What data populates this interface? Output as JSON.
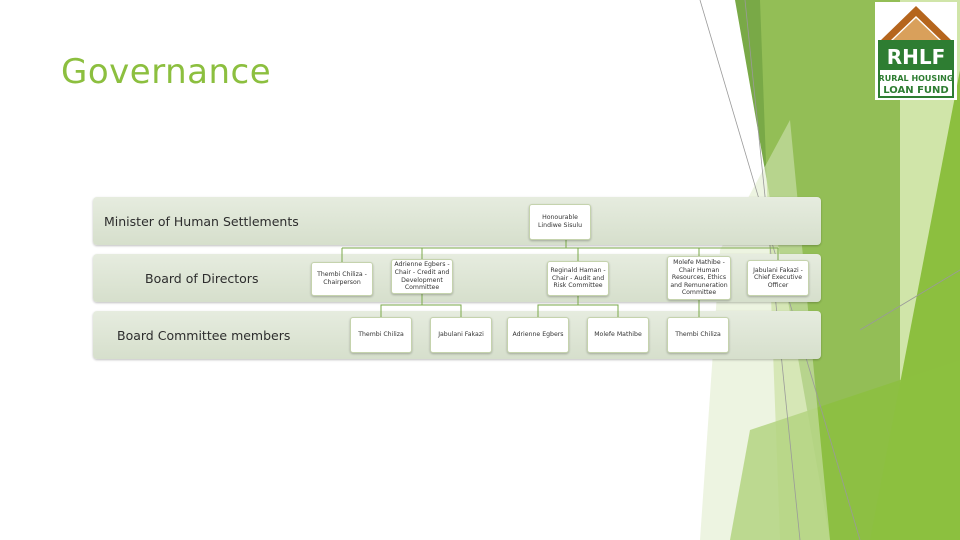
{
  "slide": {
    "title": "Governance",
    "accent_color": "#8cbf3f",
    "dark_accent_color": "#6aa033"
  },
  "logo": {
    "icon": "house-roof-icon",
    "abbr": "RHLF",
    "line1": "RURAL HOUSING",
    "line2": "LOAN FUND",
    "roof_color": "#b5651d",
    "box_color": "#2e7d32"
  },
  "bands": [
    {
      "label": "Minister of Human Settlements"
    },
    {
      "label": "Board of Directors"
    },
    {
      "label": "Board Committee members"
    }
  ],
  "nodes": {
    "minister": "Honourable Lindiwe Sisulu",
    "chairperson": "Thembi Chiliza - Chairperson",
    "adrienne_chair": "Adrienne Egbers - Chair - Credit and Development Committee",
    "reginald_chair": "Reginald Haman - Chair - Audit and Risk Committee",
    "molefe_chair": "Molefe Mathibe - Chair Human Resources, Ethics and Remuneration Committee",
    "ceo": "Jabulani Fakazi - Chief Executive Officer",
    "member_1": "Thembi Chiliza",
    "member_2": "Jabulani Fakazi",
    "member_3": "Adrienne Egbers",
    "member_4": "Molefe Mathibe",
    "member_5": "Thembi Chiliza"
  }
}
